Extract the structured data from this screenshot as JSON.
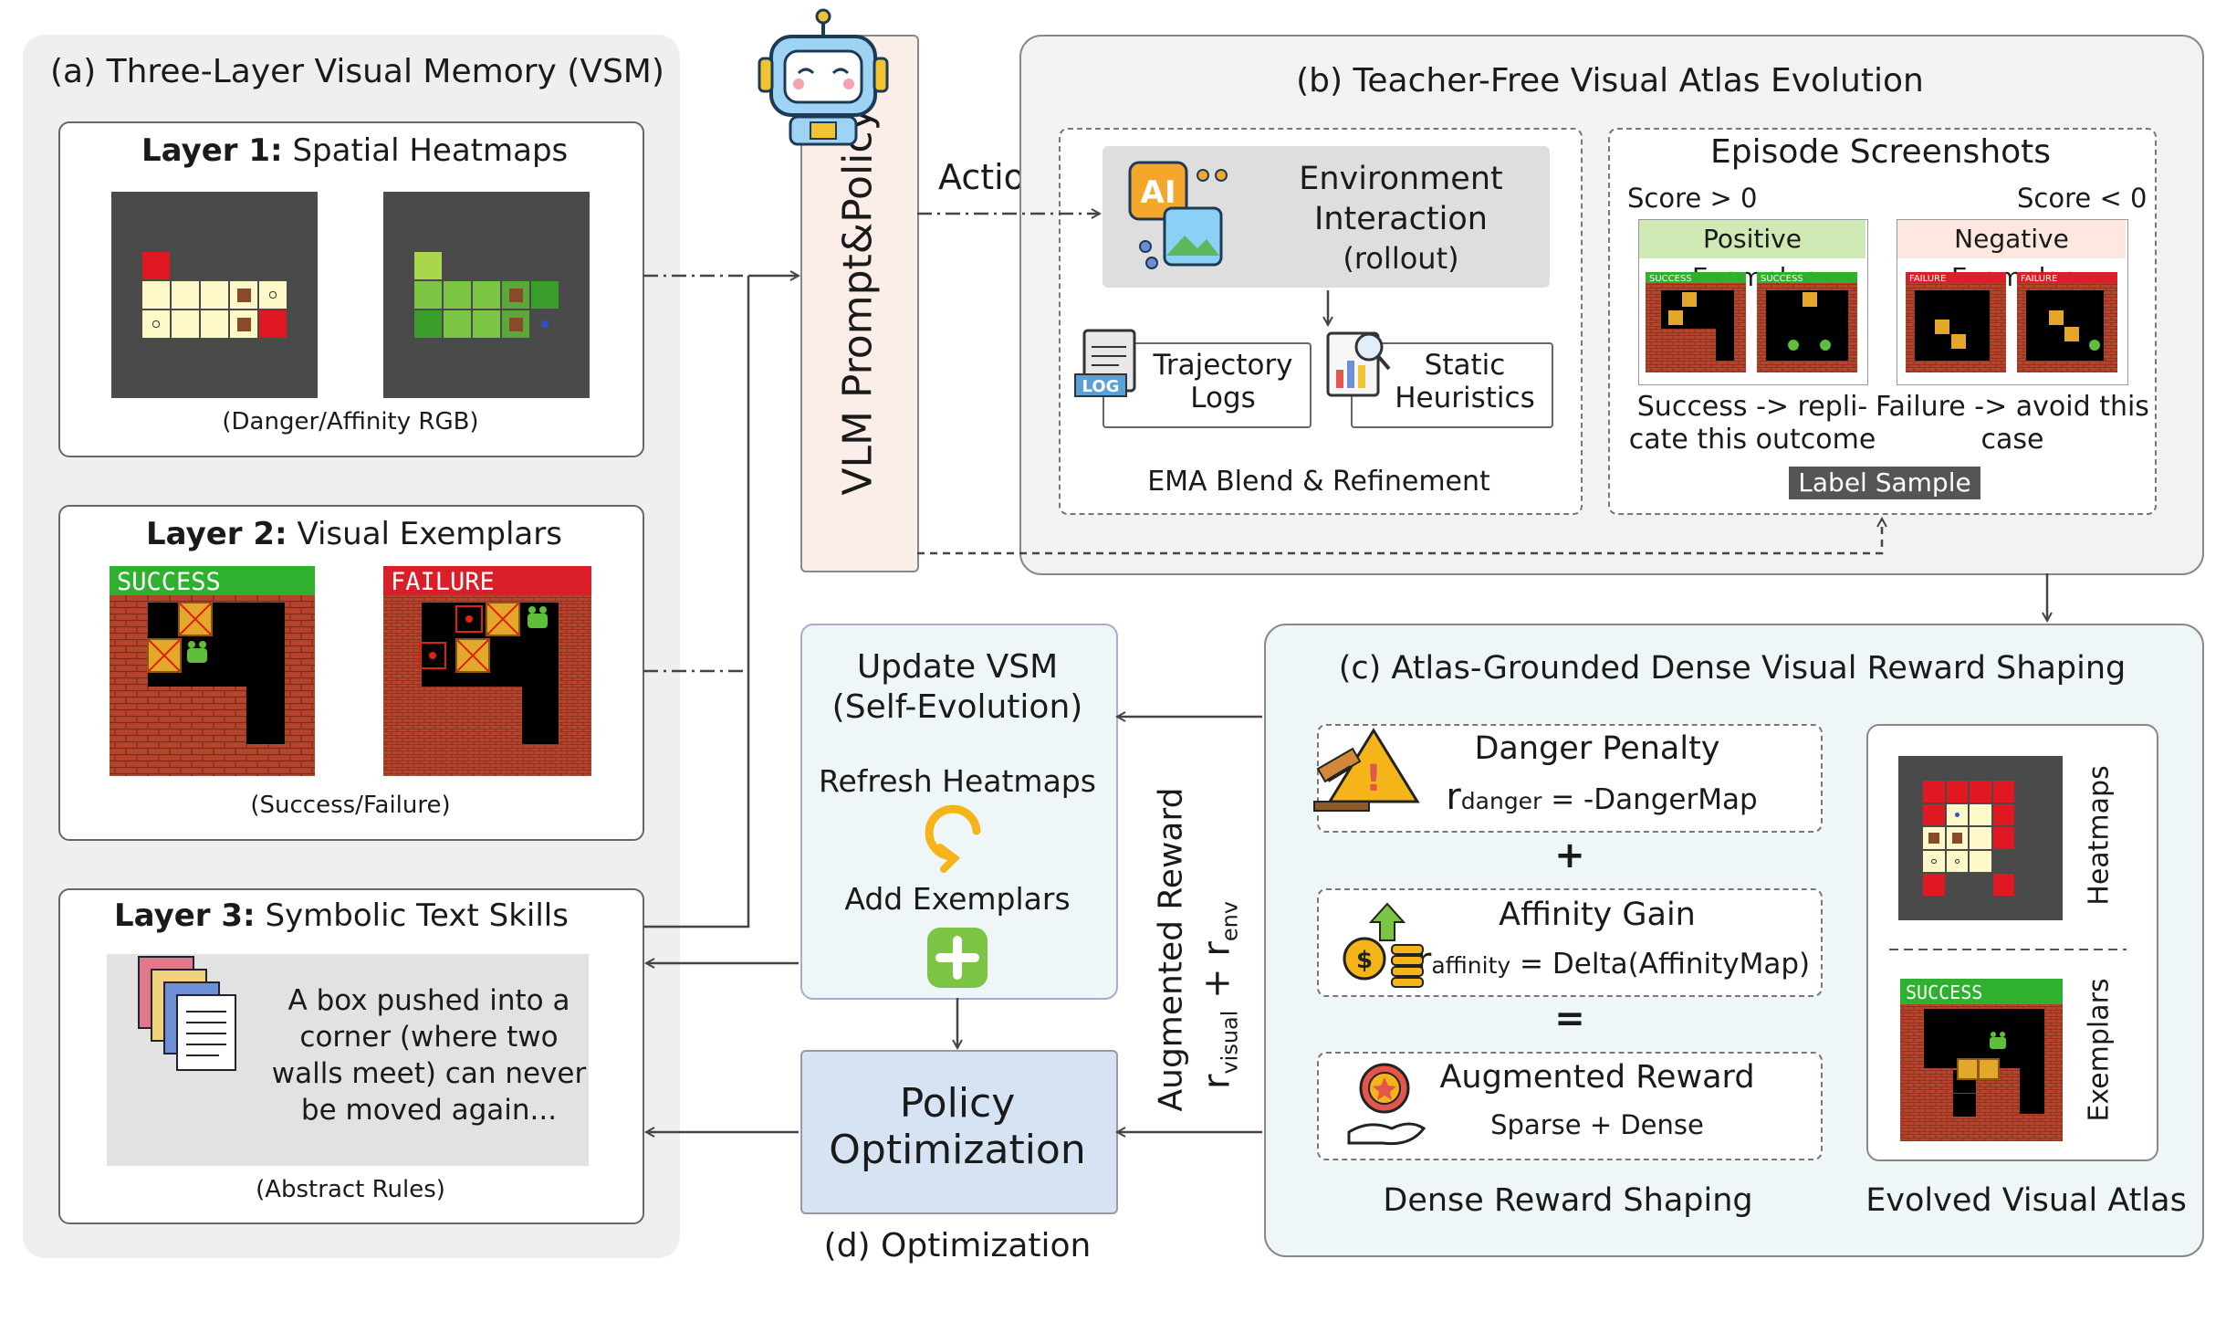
{
  "panel_a": {
    "title": "(a) Three-Layer Visual Memory (VSM)",
    "layer1": {
      "head": "Layer 1:",
      "title": "Spatial Heatmaps",
      "caption": "(Danger/Affinity RGB)"
    },
    "layer2": {
      "head": "Layer 2:",
      "title": "Visual Exemplars",
      "success": "SUCCESS",
      "failure": "FAILURE",
      "caption": "(Success/Failure)"
    },
    "layer3": {
      "head": "Layer 3:",
      "title": "Symbolic Text Skills",
      "rule_lines": [
        "A box pushed into a",
        "corner (where two",
        "walls meet) can never",
        "be moved again..."
      ],
      "caption": "(Abstract Rules)"
    }
  },
  "vlm": {
    "label": "VLM Prompt&Policy",
    "action": "Action"
  },
  "panel_b": {
    "title": "(b) Teacher-Free Visual Atlas Evolution",
    "env_lines": [
      "Environment",
      "Interaction",
      "(rollout)"
    ],
    "traj_lines": [
      "Trajectory",
      "Logs"
    ],
    "log_icon": "LOG",
    "static_lines": [
      "Static",
      "Heuristics"
    ],
    "ema": "EMA Blend & Refinement",
    "screens_title": "Episode Screenshots",
    "score_pos": "Score > 0",
    "score_neg": "Score < 0",
    "pos_exemplar": "Positive Exemplar",
    "neg_exemplar": "Negative Exemplar",
    "mini_success": "SUCCESS",
    "mini_failure": "FAILURE",
    "pos_desc": [
      "Success -> repli-",
      "cate this outcome"
    ],
    "neg_desc": [
      "Failure -> avoid this",
      "case"
    ],
    "label_sample": "Label Sample"
  },
  "panel_c": {
    "title": "(c) Atlas-Grounded Dense Visual Reward Shaping",
    "danger_title": "Danger Penalty",
    "danger_r": "r",
    "danger_sub": "danger",
    "danger_rhs": " = -DangerMap",
    "plus": "+",
    "affinity_title": "Affinity Gain",
    "affinity_r": "r",
    "affinity_sub": "affinity",
    "affinity_rhs": " = Delta(AffinityMap)",
    "equals": "=",
    "aug_title": "Augmented Reward",
    "aug_sub": "Sparse + Dense",
    "dense_caption": "Dense Reward Shaping",
    "atlas_heatmaps": "Heatmaps",
    "atlas_exemplars": "Exemplars",
    "atlas_success": "SUCCESS",
    "atlas_caption": "Evolved Visual Atlas"
  },
  "update": {
    "lines": [
      "Update VSM",
      "(Self-Evolution)"
    ],
    "refresh": "Refresh Heatmaps",
    "add": "Add Exemplars"
  },
  "policy": {
    "lines": [
      "Policy",
      "Optimization"
    ],
    "caption": "(d) Optimization"
  },
  "aug_reward": {
    "label": "Augmented Reward",
    "r1": "r",
    "s1": "visual",
    "plus": " + ",
    "r2": "r",
    "s2": "env"
  },
  "colors": {
    "panel_gray": "#efefef",
    "panel_c_bg": "#eef6f8",
    "update_bg": "#eef6f8",
    "policy_bg": "#d6e3f3",
    "success_green": "#2fb12f",
    "failure_red": "#d9202a",
    "brick": "#b5442c",
    "pos_header": "#cfe9b4",
    "neg_header": "#fde7df",
    "label_sample_bg": "#555555"
  }
}
